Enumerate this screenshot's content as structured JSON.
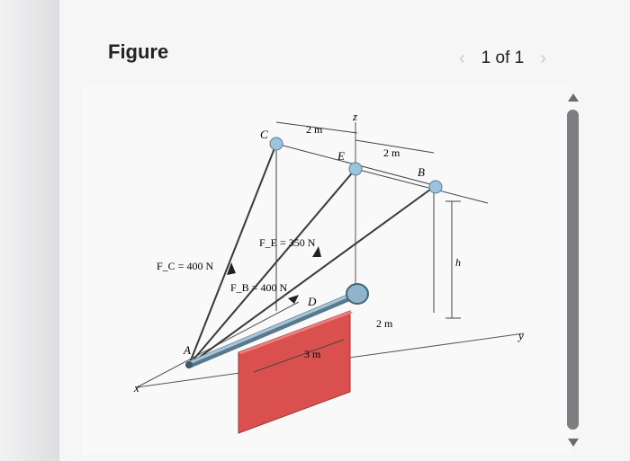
{
  "header": {
    "title": "Figure"
  },
  "pager": {
    "text": "1 of 1",
    "prev_icon": "chevron-left-icon",
    "next_icon": "chevron-right-icon"
  },
  "figure": {
    "labels": {
      "C": "C",
      "E": "E",
      "B": "B",
      "A": "A",
      "D": "D",
      "z": "z",
      "x": "x",
      "y": "y",
      "h": "h",
      "dim_top_left": "2 m",
      "dim_top_right": "2 m",
      "dim_bottom": "2 m",
      "dim_sign": "3 m",
      "force_E": "F_E = 350 N",
      "force_C": "F_C = 400 N",
      "force_B": "F_B = 400 N"
    },
    "colors": {
      "sign": "#d9504f",
      "pipe": "#7a9cb0",
      "cable": "#3a3a3a"
    }
  },
  "scrollbar": {
    "up_icon": "triangle-up-icon",
    "down_icon": "triangle-down-icon"
  }
}
